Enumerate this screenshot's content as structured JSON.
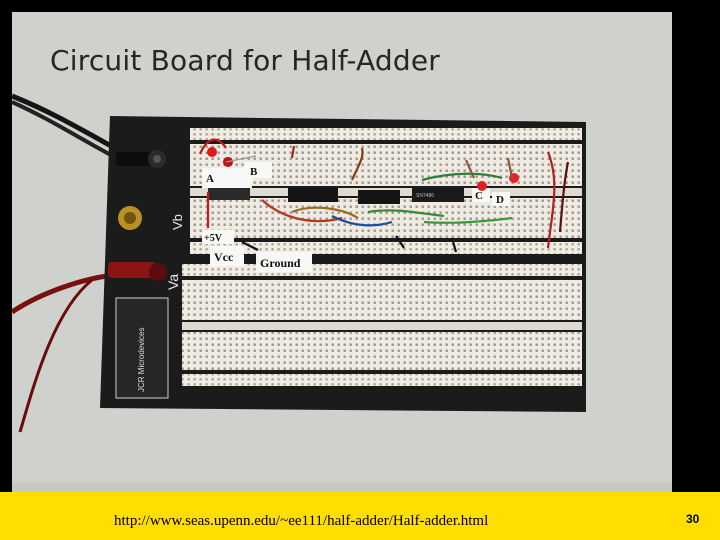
{
  "slide": {
    "title": "Circuit Board for Half-Adder",
    "footer_url": "http://www.seas.upenn.edu/~ee111/half-adder/Half-adder.html",
    "page_number": "30"
  },
  "board_labels": {
    "a": "A",
    "b": "B",
    "c": "C",
    "d": "D",
    "plus5v": "+5V",
    "vcc": "Vcc",
    "ground": "Ground",
    "va": "Va",
    "vb": "Vb",
    "logo": "JCR Microdevices"
  },
  "colors": {
    "footer": "#ffde00",
    "wall": "#d4d6d0",
    "board_base": "#1a1a1a",
    "breadboard": "#ece8e0"
  }
}
